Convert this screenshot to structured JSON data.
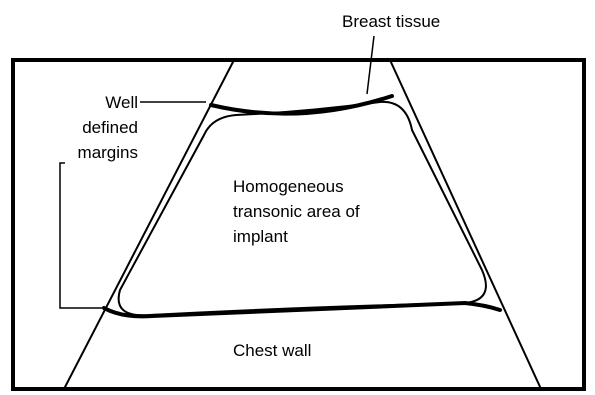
{
  "labels": {
    "breast_tissue": "Breast tissue",
    "margins_line1": "Well",
    "margins_line2": "defined",
    "margins_line3": "margins",
    "implant_line1": "Homogeneous",
    "implant_line2": "transonic area of",
    "implant_line3": "implant",
    "chest_wall": "Chest wall"
  },
  "colors": {
    "ink": "#000000",
    "background": "#ffffff"
  }
}
